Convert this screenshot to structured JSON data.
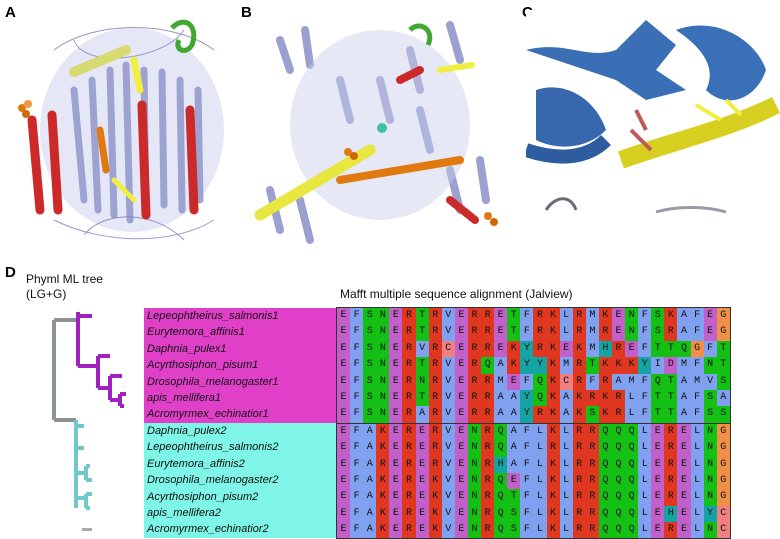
{
  "panels": {
    "a": "A",
    "b": "B",
    "c": "C",
    "d": "D"
  },
  "tree_title": "Phyml ML tree",
  "tree_model": "(LG+G)",
  "alignment_title": "Mafft multiple sequence alignment (Jalview)",
  "colors": {
    "group1_bg": "#e040c8",
    "group2_bg": "#7ef5e6",
    "tree_group1": "#a020c0",
    "tree_group2": "#70c8c8",
    "tree_root": "#8c9494",
    "helix_red": "#cc2a2a",
    "helix_yellow": "#f0ee40",
    "helix_orange": "#e07a10",
    "protein_lilac": "#b3b8e0",
    "sheet_green": "#40a830",
    "blue_cartoon": "#3a6fb5"
  },
  "group1": [
    {
      "name": "Lepeophtheirus_salmonis1",
      "seq": "EFSNERTRVERRETFRKLRMKENFSKAFEGYFQWIIRA"
    },
    {
      "name": "Eurytemora_affinis1",
      "seq": "EFSNERTRVERRETFRKLRMRENFSRAFEGYFQWISKA"
    },
    {
      "name": "Daphnia_pulex1",
      "seq": "EFSNERVRCERREKYRKEKMHREFTTQGFTAYFDWVSKA"
    },
    {
      "name": "Acyrthosiphon_pisum1",
      "seq": "EFSNERTRVERQAKYYKMRTKKKYIDMFNTINWITAA"
    },
    {
      "name": "Drosophila_melanogaster1",
      "seq": "EFSNERNRVERRMEFQKCRFRAMFQTAMVSYLDWITQA"
    },
    {
      "name": "apis_mellifera1",
      "seq": "EFSNERTRVERRAAYQKAKRKRLFTTAFSAYLKWITQA"
    },
    {
      "name": "Acromyrmex_echinatior1",
      "seq": "EFSNERARVERRAAYRKAKSKRLFTTAFSSYLKWITQA"
    }
  ],
  "group2": [
    {
      "name": "Daphnia_pulex2",
      "seq": "EFAKERERVENRQAFLKLRRQQQLERELNGYVEWICKA"
    },
    {
      "name": "Lepeophtheirus_salmonis2",
      "seq": "EFAKERERVENRQAFLRLRRQQQLERELNGYVDWICKA"
    },
    {
      "name": "Eurytemora_affinis2",
      "seq": "EFARERERVENRHAFLKLRRQQQLERELNGYVGWICRA"
    },
    {
      "name": "Drosophila_melanogaster2",
      "seq": "EFAKEREKVENRQEFLKLRRQQQLERELNGYVEWICKA"
    },
    {
      "name": "Acyrthosiphon_pisum2",
      "seq": "EFAKEREKVENRQTFLKLRRQQQLERELNGYVDWICKA"
    },
    {
      "name": "apis_mellifera2",
      "seq": "EFAKEREKVENRQSFLKLRRQQQLEHELYCYLNWICKA"
    },
    {
      "name": "Acromyrmex_echinatior2",
      "seq": "EFAKEREKVENRQSFLKLRRQQQLERELNCYLNWICKA"
    }
  ],
  "residue_colors": {
    "E": "#c060c8",
    "D": "#c060c8",
    "K": "#e03820",
    "R": "#e03820",
    "F": "#80a0f0",
    "W": "#80a0f0",
    "I": "#80a0f0",
    "L": "#80a0f0",
    "M": "#80a0f0",
    "V": "#80a0f0",
    "A": "#80a0f0",
    "C": "#f08080",
    "S": "#15c015",
    "T": "#15c015",
    "N": "#15c015",
    "Q": "#15c015",
    "G": "#f09048",
    "P": "#c0c000",
    "H": "#15a4a4",
    "Y": "#15a4a4"
  }
}
